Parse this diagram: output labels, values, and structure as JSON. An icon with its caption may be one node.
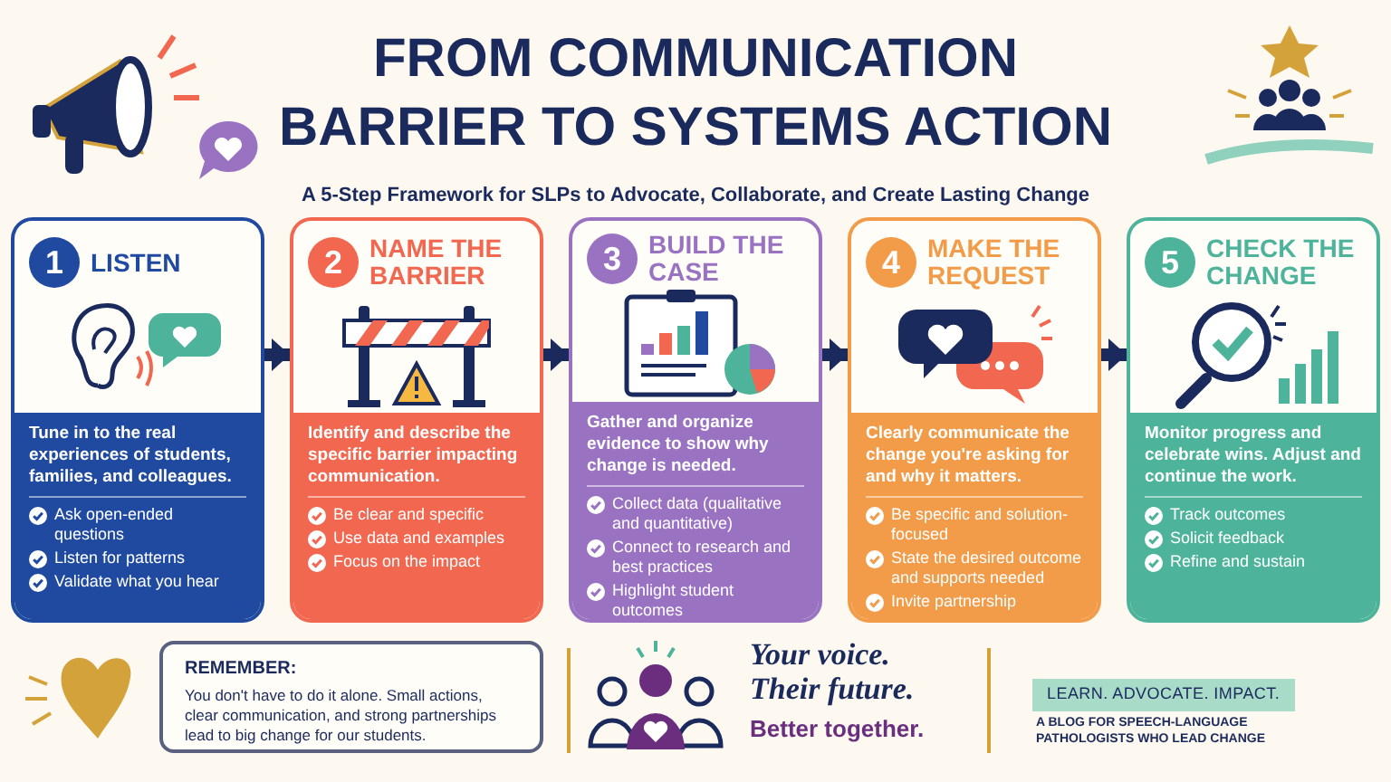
{
  "diagram": {
    "title": "FROM COMMUNICATION BARRIER TO SYSTEMS ACTION",
    "nodes": [
      {
        "text": [
          "1",
          "LISTEN",
          "Tune in to the real experiences of students, families, and colleagues.",
          "Ask open-ended questions",
          "Listen for patterns",
          "Validate what you hear"
        ]
      },
      {
        "text": [
          "2",
          "NAME THE BARRIER",
          "Identify and describe the specific barrier impacting communication.",
          "Be clear and specific",
          "Use data and examples",
          "Focus on the impact"
        ]
      },
      {
        "text": [
          "3",
          "BUILD THE CASE",
          "Gather and organize evidence to show why change is needed.",
          "Collect data (qualitative and quantitative)",
          "Connect to research and best practices",
          "Highlight student outcomes"
        ]
      },
      {
        "text": [
          "4",
          "MAKE THE REQUEST",
          "Clearly communicate the change you're asking for and why it matters.",
          "Be specific and solution-focused",
          "State the desired outcome and supports needed",
          "Invite partnership"
        ]
      },
      {
        "text": [
          "5",
          "CHECK THE CHANGE",
          "Monitor progress and celebrate wins. Adjust and continue the work.",
          "Track outcomes",
          "Solicit feedback",
          "Refine and sustain"
        ]
      },
      {
        "text": [
          "REMEMBER:",
          "You don't have to do it alone. Small actions, clear communication, and strong partnerships lead to big change for our students."
        ]
      }
    ],
    "edges": [
      {
        "from": 0,
        "to": 1,
        "arrow": "to"
      },
      {
        "from": 1,
        "to": 2,
        "arrow": "to"
      },
      {
        "from": 2,
        "to": 3,
        "arrow": "to"
      },
      {
        "from": 3,
        "to": 4,
        "arrow": "to"
      }
    ],
    "labels": [
      "A 5-Step Framework for SLPs to Advocate, Collaborate, and Create Lasting Change",
      "Your voice. Their future.",
      "Better together.",
      "LEARN. ADVOCATE. IMPACT.",
      "A BLOG FOR SPEECH-LANGUAGE PATHOLOGISTS WHO LEAD CHANGE"
    ]
  }
}
